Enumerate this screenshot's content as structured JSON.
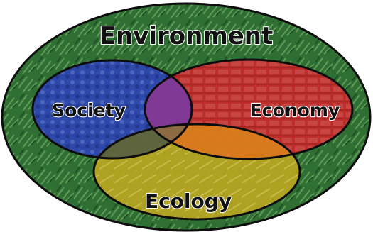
{
  "diagram": {
    "title": "Environment",
    "circles": [
      {
        "key": "society",
        "label": "Society",
        "color": "#2e46b0"
      },
      {
        "key": "economy",
        "label": "Economy",
        "color": "#c42a2a"
      },
      {
        "key": "ecology",
        "label": "Ecology",
        "color": "#b6a421"
      }
    ],
    "overlap_colors": {
      "society_economy": "#7c3a9a",
      "society_ecology": "#59613f",
      "economy_ecology": "#d9771f",
      "center": "#8a6a45"
    },
    "background_color": "#2f6f33",
    "outline_color": "#0d0d0d"
  }
}
